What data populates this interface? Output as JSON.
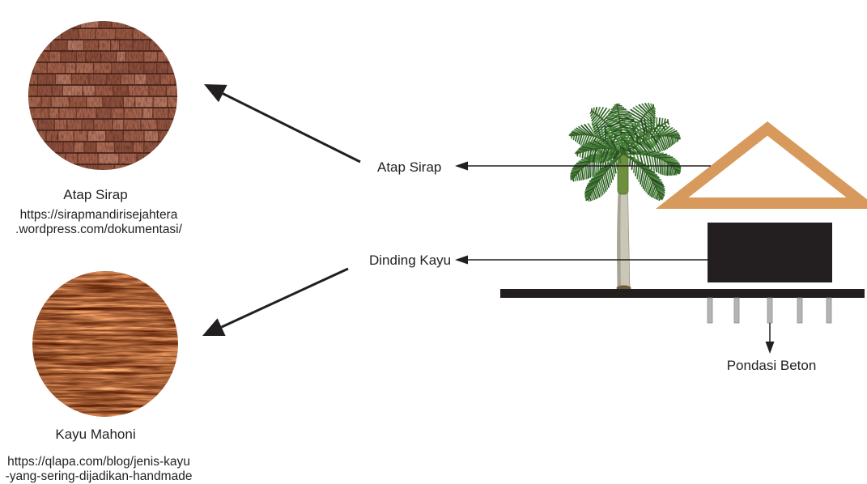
{
  "materials": [
    {
      "name": "Atap Sirap",
      "source_lines": [
        "https://sirapmandirisejahtera",
        ".wordpress.com/dokumentasi/"
      ]
    },
    {
      "name": "Kayu Mahoni",
      "source_lines": [
        "https://qlapa.com/blog/jenis-kayu",
        "-yang-sering-dijadikan-handmade"
      ]
    }
  ],
  "house_labels": {
    "roof": "Atap Sirap",
    "wall": "Dinding Kayu",
    "foundation": "Pondasi Beton"
  },
  "icons": {
    "tree": "palm-tree-icon",
    "house": "stilt-house-icon"
  },
  "colors": {
    "text": "#231f20",
    "roof": "#d79a5c",
    "wall": "#231f20",
    "floor": "#231f20",
    "pillar": "#b4b4b4",
    "arrow": "#231f20"
  }
}
